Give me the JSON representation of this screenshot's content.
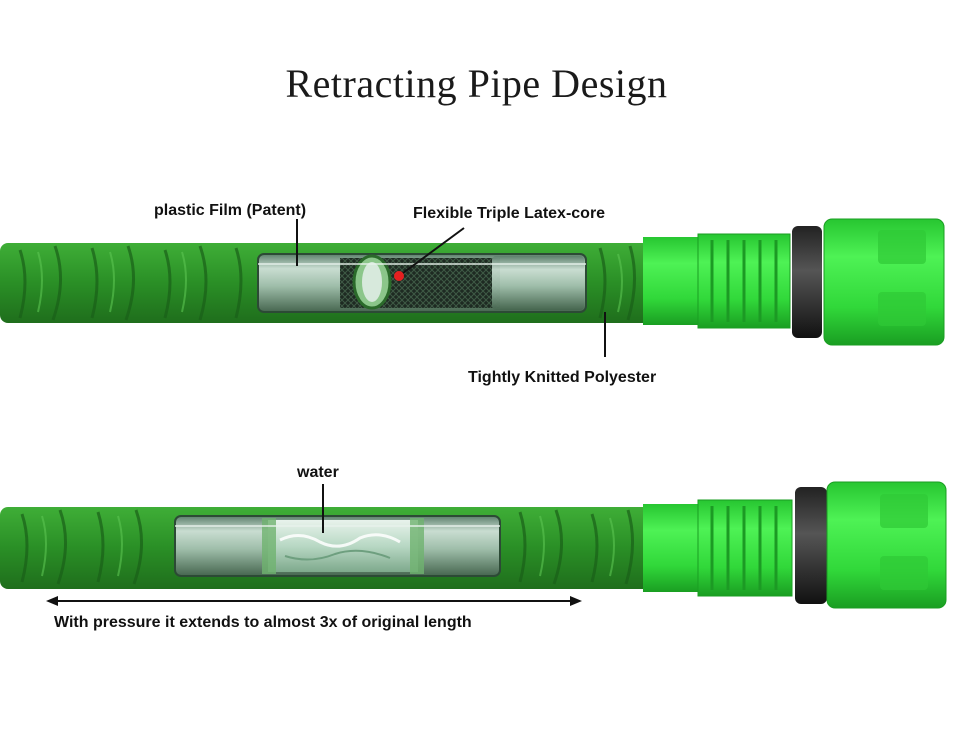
{
  "title": "Retracting Pipe Design",
  "top_hose": {
    "labels": {
      "film": "plastic Film (Patent)",
      "core": "Flexible Triple Latex-core",
      "polyester": "Tightly Knitted Polyester"
    }
  },
  "bottom_hose": {
    "labels": {
      "water": "water",
      "extension": "With pressure it extends to almost 3x of original length"
    }
  },
  "colors": {
    "fabric": "#2f9a2a",
    "fabric_dark": "#1c6b1a",
    "connector": "#33e13a",
    "connector_dark": "#1fae28",
    "tube": "#a9c7b4",
    "pointer_dot": "#e52020"
  }
}
